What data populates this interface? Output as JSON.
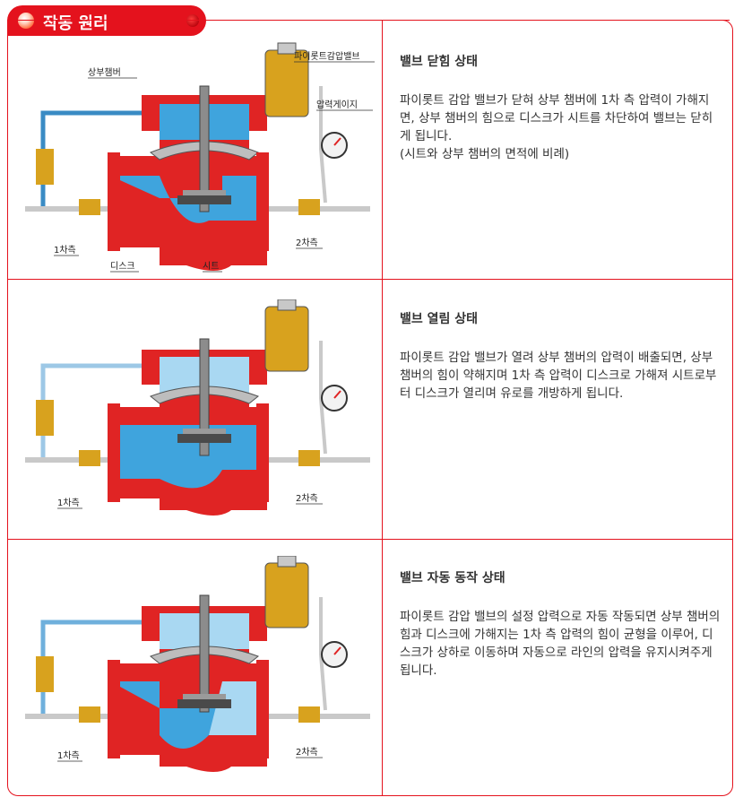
{
  "header": {
    "title": "작동 원리",
    "accent_color": "#e4121d"
  },
  "labels": {
    "upper_chamber": "상부챔버",
    "pilot_valve": "파이롯트감압밸브",
    "pressure_gauge": "압력게이지",
    "primary_side": "1차측",
    "secondary_side": "2차측",
    "disc": "디스크",
    "seat": "시트"
  },
  "panels": [
    {
      "title": "밸브 닫힘 상태",
      "description": "파이롯트 감압 밸브가 닫혀 상부 챔버에 1차 측 압력이 가해지면, 상부 챔버의 힘으로 디스크가 시트를 차단하여 밸브는 닫히게 됩니다.\n(시트와 상부 챔버의 면적에 비례)"
    },
    {
      "title": "밸브 열림 상태",
      "description": "파이롯트 감압 밸브가 열려 상부 챔버의 압력이 배출되면, 상부 챔버의 힘이 약해지며 1차 측 압력이 디스크로 가해져 시트로부터 디스크가 열리며 유로를 개방하게 됩니다."
    },
    {
      "title": "밸브 자동 동작 상태",
      "description": "파이롯트 감압 밸브의 설정 압력으로 자동 작동되면 상부 챔버의 힘과 디스크에 가해지는 1차 측 압력의 힘이 균형을 이루어, 디스크가 상하로 이동하며 자동으로 라인의 압력을 유지시켜주게 됩니다."
    }
  ],
  "colors": {
    "body_red": "#e02424",
    "water_dark": "#3fa4dd",
    "water_light": "#a9d8f2",
    "pipe_brass": "#d8a21e",
    "metal_gray": "#9a9a9a"
  }
}
